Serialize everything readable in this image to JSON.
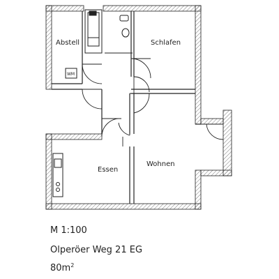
{
  "plan": {
    "rooms": {
      "abstell": "Abstell",
      "schlafen": "Schlafen",
      "essen": "Essen",
      "wohnen": "Wohnen"
    },
    "appliance_label": "WM"
  },
  "caption": {
    "scale": "M 1:100",
    "address": "Olperöer Weg 21 EG",
    "area_value": "80m",
    "area_sup": "2"
  },
  "colors": {
    "line": "#222222",
    "hatch": "#555555",
    "background": "#ffffff"
  }
}
